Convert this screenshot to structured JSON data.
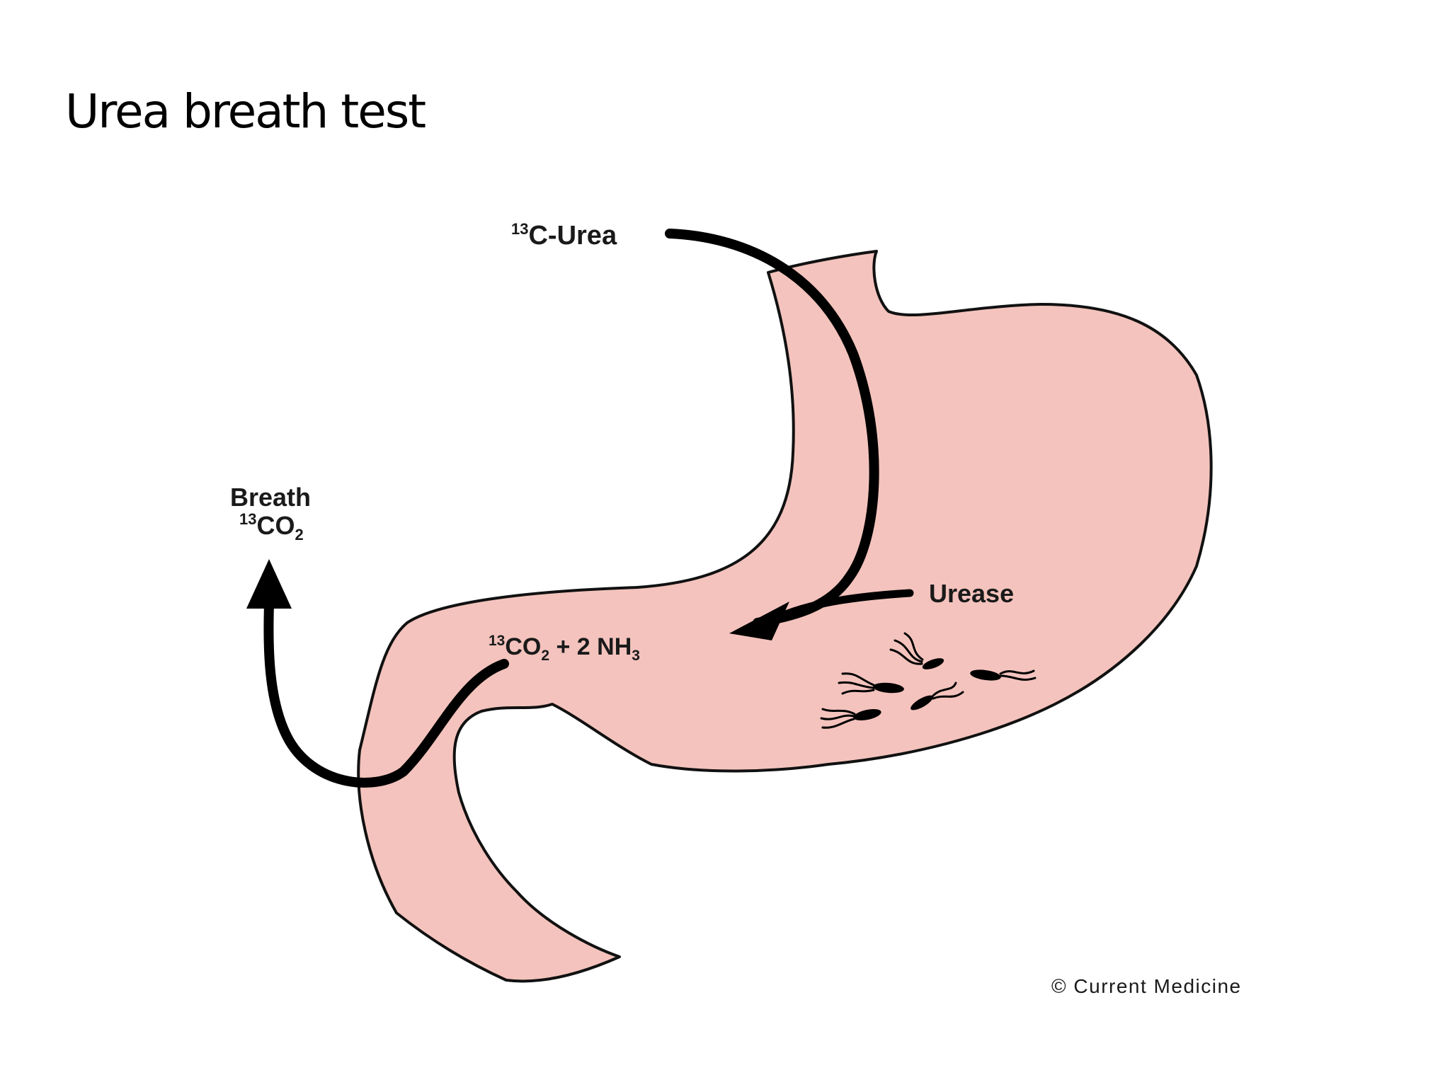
{
  "slide": {
    "title": "Urea breath test"
  },
  "diagram": {
    "labels": {
      "c13_prefix": "13",
      "urea_text": "C-Urea",
      "breath_word": "Breath",
      "breath_sup": "13",
      "breath_co": "CO",
      "breath_sub": "2",
      "reaction_sup": "13",
      "reaction_co": "CO",
      "reaction_sub2": "2",
      "reaction_mid": " + 2 NH",
      "reaction_sub3": "3",
      "urease": "Urease",
      "copyright": "© Current Medicine"
    },
    "colors": {
      "stomach_fill": "#f4c3bd",
      "outline": "#111111",
      "arrow": "#000000"
    }
  }
}
